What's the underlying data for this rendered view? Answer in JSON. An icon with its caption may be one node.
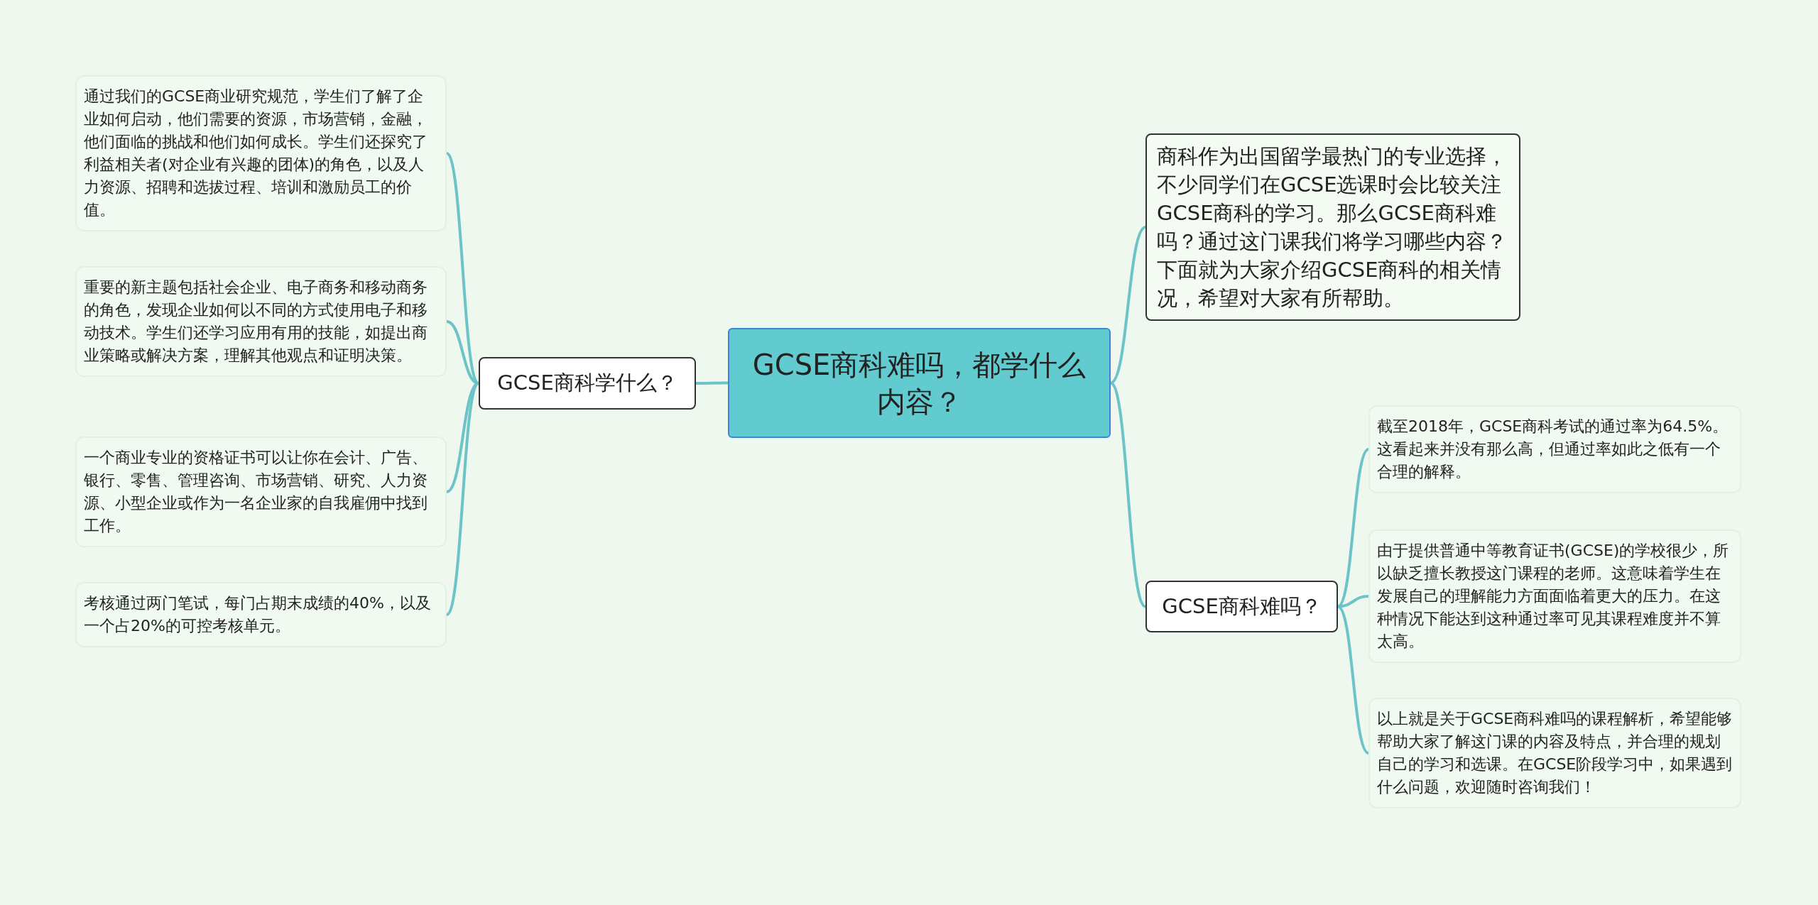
{
  "diagram": {
    "nodes": [
      {
        "text": [
          "GCSE商科难吗，都学什么内容？"
        ]
      },
      {
        "text": [
          "商科作为出国留学最热门的专业选择，不少同学们在GCSE选课时会比较关注GCSE商科的学习。那么GCSE商科难吗？通过这门课我们将学习哪些内容？下面就为大家介绍GCSE商科的相关情况，希望对大家有所帮助。"
        ]
      },
      {
        "text": [
          "GCSE商科学什么？"
        ]
      },
      {
        "text": [
          "GCSE商科难吗？"
        ]
      },
      {
        "text": [
          "通过我们的GCSE商业研究规范，学生们了解了企业如何启动，他们需要的资源，市场营销，金融，他们面临的挑战和他们如何成长。学生们还探究了利益相关者(对企业有兴趣的团体)的角色，以及人力资源、招聘和选拔过程、培训和激励员工的价值。"
        ]
      },
      {
        "text": [
          "重要的新主题包括社会企业、电子商务和移动商务的角色，发现企业如何以不同的方式使用电子和移动技术。学生们还学习应用有用的技能，如提出商业策略或解决方案，理解其他观点和证明决策。"
        ]
      },
      {
        "text": [
          "一个商业专业的资格证书可以让你在会计、广告、银行、零售、管理咨询、市场营销、研究、人力资源、小型企业或作为一名企业家的自我雇佣中找到工作。"
        ]
      },
      {
        "text": [
          "考核通过两门笔试，每门占期末成绩的40%，以及一个占20%的可控考核单元。"
        ]
      },
      {
        "text": [
          "截至2018年，GCSE商科考试的通过率为64.5%。这看起来并没有那么高，但通过率如此之低有一个合理的解释。"
        ]
      },
      {
        "text": [
          "由于提供普通中等教育证书(GCSE)的学校很少，所以缺乏擅长教授这门课程的老师。这意味着学生在发展自己的理解能力方面面临着更大的压力。在这种情况下能达到这种通过率可见其课程难度并不算太高。"
        ]
      },
      {
        "text": [
          "以上就是关于GCSE商科难吗的课程解析，希望能够帮助大家了解这门课的内容及特点，并合理的规划自己的学习和选课。在GCSE阶段学习中，如果遇到什么问题，欢迎随时咨询我们！"
        ]
      }
    ],
    "edges": [
      {
        "from": 0,
        "to": 1,
        "arrow": "none"
      },
      {
        "from": 0,
        "to": 2,
        "arrow": "none"
      },
      {
        "from": 0,
        "to": 3,
        "arrow": "none"
      },
      {
        "from": 2,
        "to": 4,
        "arrow": "none"
      },
      {
        "from": 2,
        "to": 5,
        "arrow": "none"
      },
      {
        "from": 2,
        "to": 6,
        "arrow": "none"
      },
      {
        "from": 2,
        "to": 7,
        "arrow": "none"
      },
      {
        "from": 3,
        "to": 8,
        "arrow": "none"
      },
      {
        "from": 3,
        "to": 9,
        "arrow": "none"
      },
      {
        "from": 3,
        "to": 10,
        "arrow": "none"
      }
    ]
  }
}
